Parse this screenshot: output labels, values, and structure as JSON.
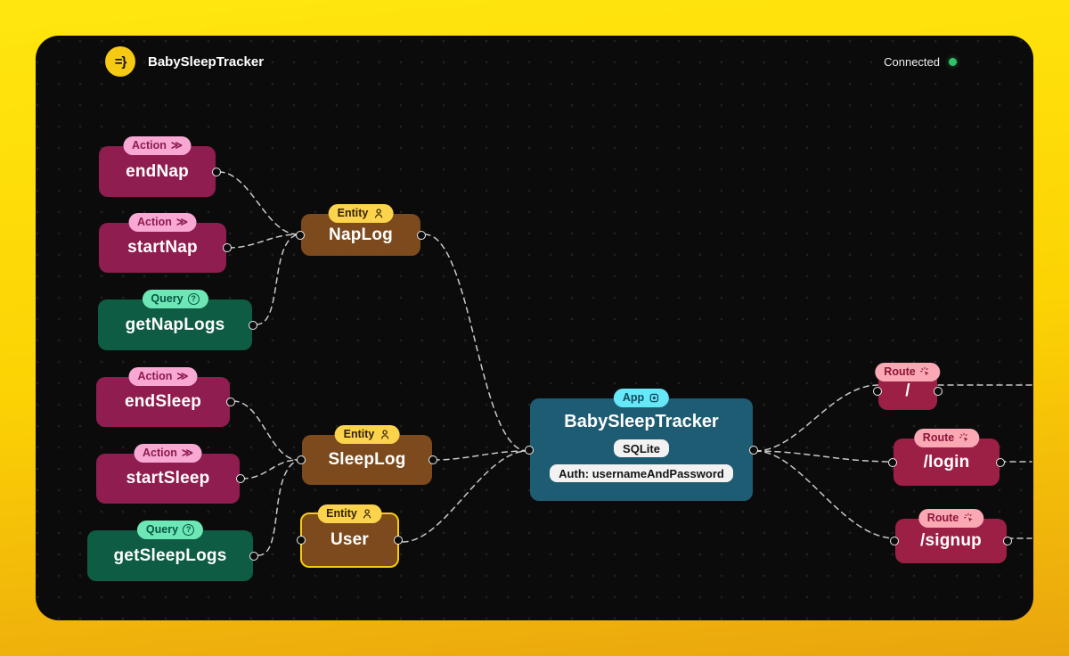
{
  "header": {
    "logo_glyph": "=}",
    "title": "BabySleepTracker",
    "connection_status": "Connected"
  },
  "badge_labels": {
    "action": "Action",
    "query": "Query",
    "entity": "Entity",
    "app": "App",
    "route": "Route"
  },
  "nodes": {
    "endNap": {
      "type": "Action",
      "label": "endNap"
    },
    "startNap": {
      "type": "Action",
      "label": "startNap"
    },
    "getNapLogs": {
      "type": "Query",
      "label": "getNapLogs"
    },
    "endSleep": {
      "type": "Action",
      "label": "endSleep"
    },
    "startSleep": {
      "type": "Action",
      "label": "startSleep"
    },
    "getSleepLogs": {
      "type": "Query",
      "label": "getSleepLogs"
    },
    "napLog": {
      "type": "Entity",
      "label": "NapLog"
    },
    "sleepLog": {
      "type": "Entity",
      "label": "SleepLog"
    },
    "user": {
      "type": "Entity",
      "label": "User",
      "selected": true
    },
    "app": {
      "type": "App",
      "label": "BabySleepTracker",
      "database": "SQLite",
      "auth": "Auth: usernameAndPassword"
    },
    "routeRoot": {
      "type": "Route",
      "label": "/"
    },
    "routeLogin": {
      "type": "Route",
      "label": "/login"
    },
    "routeSignup": {
      "type": "Route",
      "label": "/signup"
    }
  },
  "edges": [
    {
      "from": "endNap",
      "to": "NapLog"
    },
    {
      "from": "startNap",
      "to": "NapLog"
    },
    {
      "from": "getNapLogs",
      "to": "NapLog"
    },
    {
      "from": "endSleep",
      "to": "SleepLog"
    },
    {
      "from": "startSleep",
      "to": "SleepLog"
    },
    {
      "from": "getSleepLogs",
      "to": "SleepLog"
    },
    {
      "from": "NapLog",
      "to": "BabySleepTracker"
    },
    {
      "from": "SleepLog",
      "to": "BabySleepTracker"
    },
    {
      "from": "User",
      "to": "BabySleepTracker"
    },
    {
      "from": "BabySleepTracker",
      "to": "/"
    },
    {
      "from": "BabySleepTracker",
      "to": "/login"
    },
    {
      "from": "BabySleepTracker",
      "to": "/signup"
    }
  ],
  "colors": {
    "page_background_top": "#ffe70d",
    "page_background_bottom": "#eaa50e",
    "canvas_background": "#0b0b0b",
    "action_node": "#8f1d4f",
    "action_badge": "#f9a8d4",
    "query_node": "#0e5c43",
    "query_badge": "#6ee7b7",
    "entity_node": "#7c4a1d",
    "entity_badge": "#fcd34d",
    "selected_entity_border": "#f7cb15",
    "app_node": "#1e5c74",
    "app_badge": "#67e8f9",
    "route_node": "#9c1f45",
    "route_badge": "#f9a8b4",
    "edge_line": "#d9d9d9",
    "status_dot": "#2ec564",
    "logo_background": "#f6c913"
  }
}
